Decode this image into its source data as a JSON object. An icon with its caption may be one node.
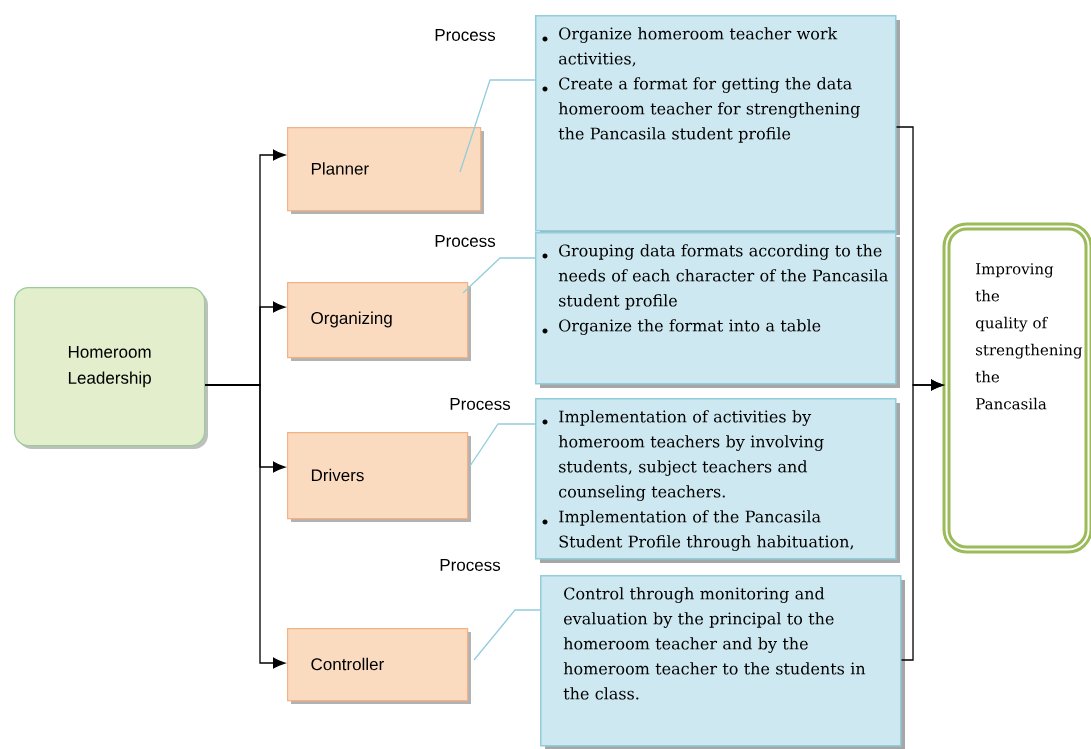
{
  "diagram": {
    "nodes": [
      {
        "text": [
          "Homeroom Leadership"
        ]
      },
      {
        "text": [
          "Planner"
        ]
      },
      {
        "text": [
          "Organizing"
        ]
      },
      {
        "text": [
          "Drivers"
        ]
      },
      {
        "text": [
          "Controller"
        ]
      },
      {
        "text": [
          "Process",
          "Organize homeroom teacher work activities,",
          "Create a format for getting the data homeroom teacher for strengthening the Pancasila student profile"
        ]
      },
      {
        "text": [
          "Process",
          "Grouping data formats according to the needs of each character of the Pancasila student profile",
          "Organize the format into a table"
        ]
      },
      {
        "text": [
          "Process",
          "Implementation of activities by homeroom teachers by involving students, subject teachers and counseling teachers.",
          "Implementation of the Pancasila Student Profile through habituation,"
        ]
      },
      {
        "text": [
          "Process",
          "Control through monitoring and evaluation by the principal to the homeroom teacher and by the homeroom teacher to the students in the class."
        ]
      },
      {
        "text": [
          "Improving the quality of strengthening the Pancasila"
        ]
      }
    ],
    "edges": [
      {
        "from": 0,
        "to": 1,
        "arrow": "to"
      },
      {
        "from": 0,
        "to": 2,
        "arrow": "to"
      },
      {
        "from": 0,
        "to": 3,
        "arrow": "to"
      },
      {
        "from": 0,
        "to": 4,
        "arrow": "to"
      },
      {
        "from": 5,
        "to": 1,
        "arrow": "none",
        "color": "#92cddc"
      },
      {
        "from": 6,
        "to": 2,
        "arrow": "none",
        "color": "#92cddc"
      },
      {
        "from": 7,
        "to": 3,
        "arrow": "none",
        "color": "#92cddc"
      },
      {
        "from": 8,
        "to": 4,
        "arrow": "none",
        "color": "#92cddc"
      },
      {
        "from": 5,
        "to": 9,
        "arrow": "to"
      },
      {
        "from": 8,
        "to": 9,
        "arrow": "to"
      }
    ]
  }
}
